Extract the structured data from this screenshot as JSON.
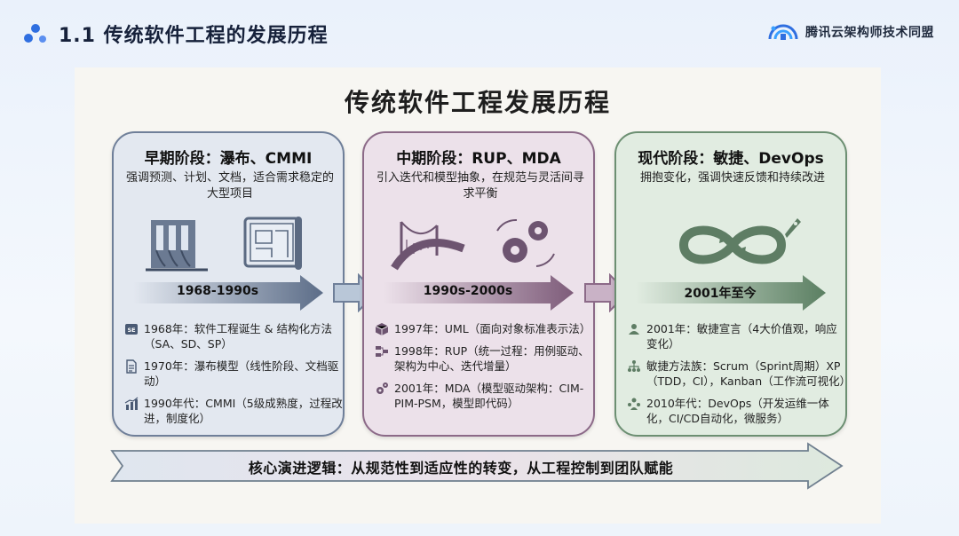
{
  "header": {
    "title": "1.1 传统软件工程的发展历程",
    "brand": "腾讯云架构师技术同盟",
    "accent_color": "#2f6fe0"
  },
  "diagram": {
    "title": "传统软件工程发展历程",
    "stages": [
      {
        "title": "早期阶段：瀑布、CMMI",
        "desc": "强调预测、计划、文档，适合需求稳定的大型项目",
        "era": "1968-1990s",
        "icons": [
          "dam-icon",
          "blueprint-icon"
        ],
        "events": [
          {
            "icon": "se-icon",
            "text": "1968年：软件工程诞生 & 结构化方法（SA、SD、SP）"
          },
          {
            "icon": "document-icon",
            "text": "1970年：瀑布模型（线性阶段、文档驱动）"
          },
          {
            "icon": "bar-chart-icon",
            "text": "1990年代：CMMI（5级成熟度，过程改进，制度化）"
          }
        ],
        "color": "#6f7f99"
      },
      {
        "title": "中期阶段：RUP、MDA",
        "desc": "引入迭代和模型抽象，在规范与灵活间寻求平衡",
        "era": "1990s-2000s",
        "icons": [
          "bridge-icon",
          "gears-icon"
        ],
        "events": [
          {
            "icon": "cube-icon",
            "text": "1997年：UML（面向对象标准表示法）"
          },
          {
            "icon": "process-icon",
            "text": "1998年：RUP（统一过程：用例驱动、架构为中心、迭代增量）"
          },
          {
            "icon": "gear-icon",
            "text": "2001年：MDA（模型驱动架构：CIM-PIM-PSM，模型即代码）"
          }
        ],
        "color": "#8c6a88"
      },
      {
        "title": "现代阶段：敏捷、DevOps",
        "desc": "拥抱变化，强调快速反馈和持续改进",
        "era": "2001年至今",
        "icons": [
          "infinity-loop-icon",
          "rocket-icon"
        ],
        "events": [
          {
            "icon": "handshake-icon",
            "text": "2001年：敏捷宣言（4大价值观，响应变化）"
          },
          {
            "icon": "hierarchy-icon",
            "text": "敏捷方法族：Scrum（Sprint周期）XP（TDD，CI），Kanban（工作流可视化）"
          },
          {
            "icon": "team-icon",
            "text": "2010年代：DevOps（开发运维一体化，CI/CD自动化，微服务）"
          }
        ],
        "color": "#6c8f72"
      }
    ],
    "core_logic": "核心演进逻辑：从规范性到适应性的转变，从工程控制到团队赋能"
  }
}
